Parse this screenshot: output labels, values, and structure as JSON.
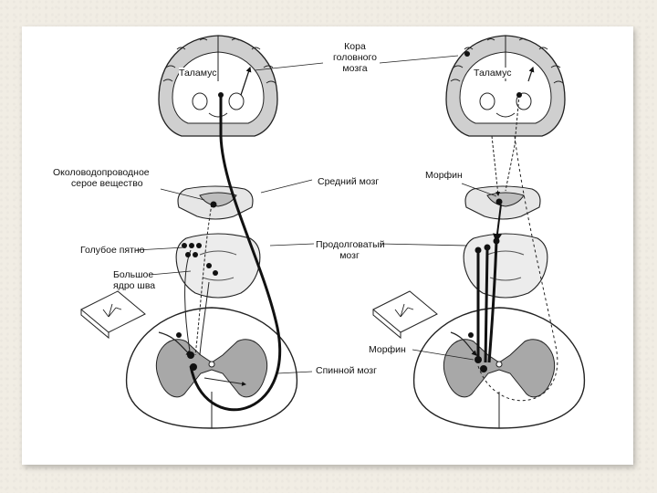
{
  "labels": {
    "thalamus_left": "Таламус",
    "thalamus_right": "Таламус",
    "cortex_line1": "Кора",
    "cortex_line2": "головного",
    "cortex_line3": "мозга",
    "pag_line1": "Околоводопроводное",
    "pag_line2": "серое вещество",
    "midbrain": "Средний мозг",
    "morphine_top": "Морфин",
    "locus_coeruleus": "Голубое пятно",
    "raphe_line1": "Большое",
    "raphe_line2": "ядро шва",
    "medulla_line1": "Продолговатый",
    "medulla_line2": "мозг",
    "morphine_bottom": "Морфин",
    "spinal_cord": "Спинной мозг"
  }
}
